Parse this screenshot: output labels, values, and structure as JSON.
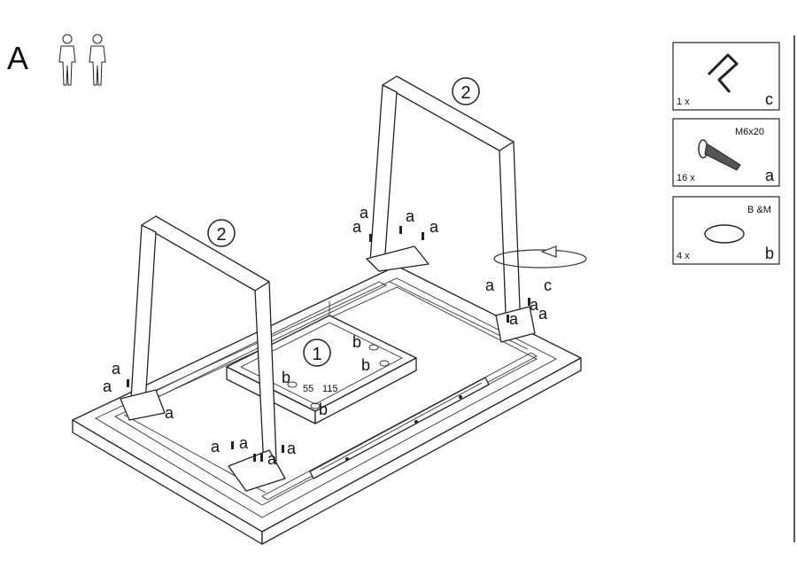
{
  "step": {
    "letter": "A"
  },
  "callouts": {
    "leg_frame": "2",
    "center_unit": "1",
    "dim_a": "55",
    "dim_b": "115"
  },
  "hardware": [
    {
      "qty": "1 x",
      "code": "c",
      "spec": "",
      "icon": "allen-key-icon"
    },
    {
      "qty": "16 x",
      "code": "a",
      "spec": "M6x20",
      "icon": "bolt-icon"
    },
    {
      "qty": "4 x",
      "code": "b",
      "spec": "B &M",
      "icon": "felt-pad-icon"
    }
  ]
}
